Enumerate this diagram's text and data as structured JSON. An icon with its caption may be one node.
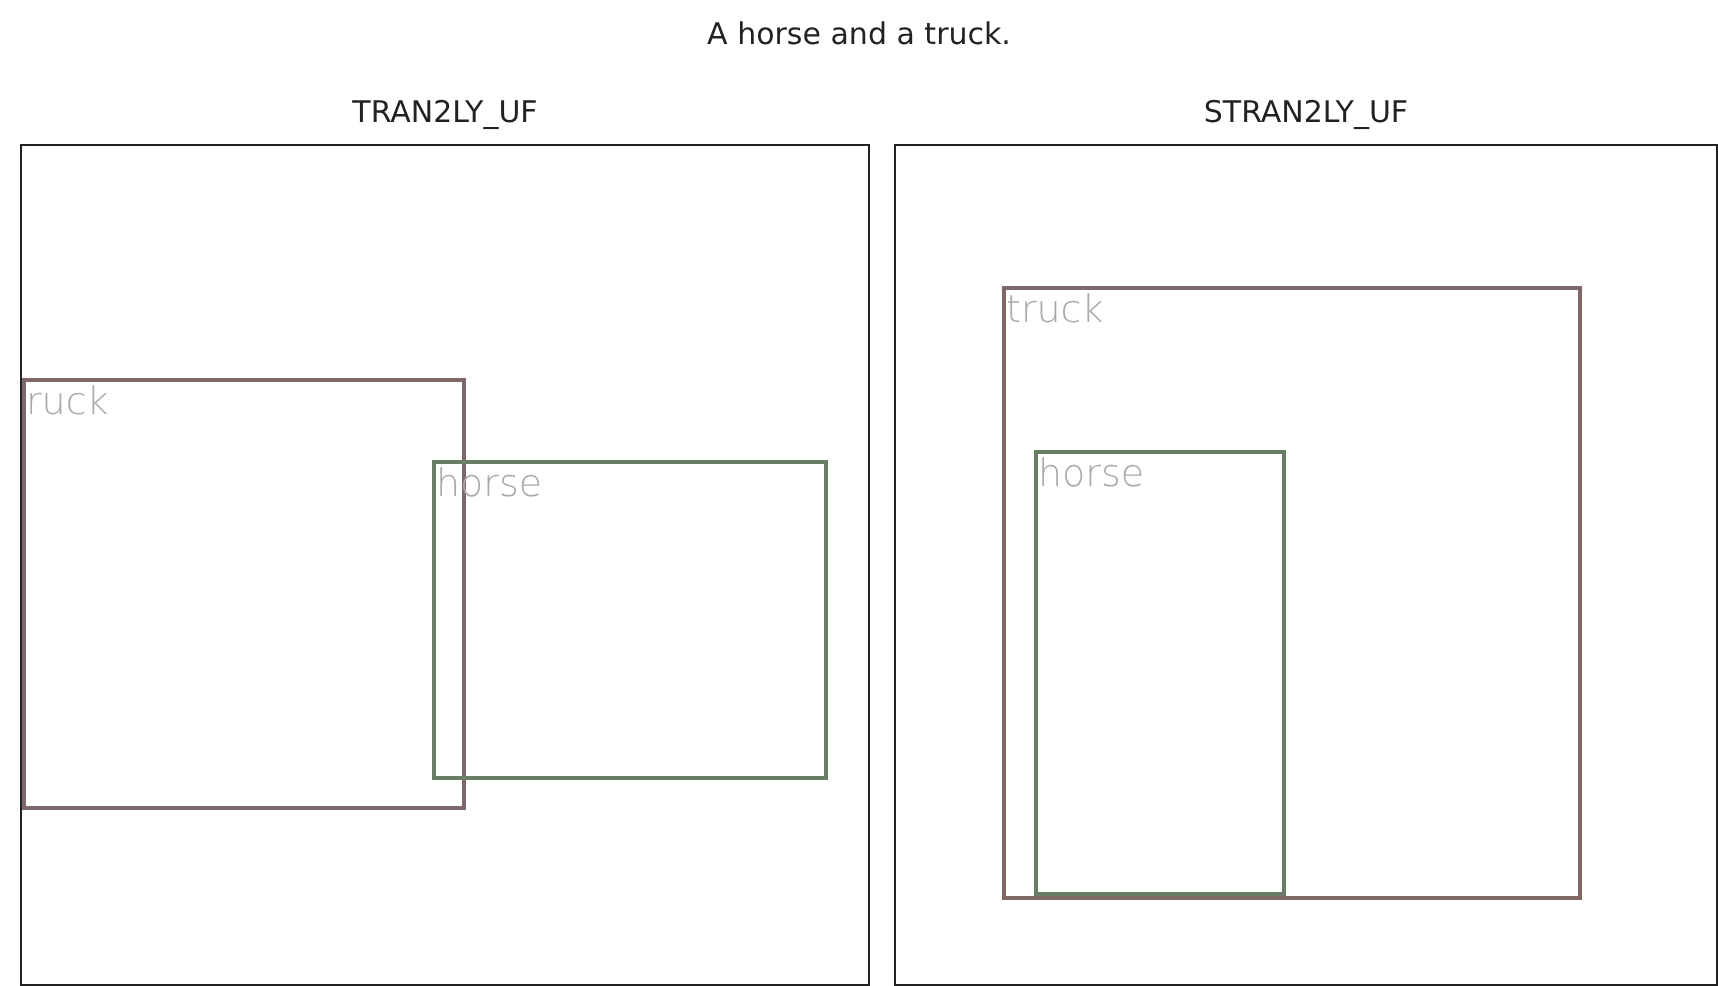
{
  "diagram": {
    "title": "A horse and a truck.",
    "nodes": [
      {
        "text": [
          "TRAN2LY_UF"
        ]
      },
      {
        "text": [
          "ruck"
        ],
        "in": 0
      },
      {
        "text": [
          "horse"
        ],
        "in": 0
      },
      {
        "text": [
          "STRAN2LY_UF"
        ]
      },
      {
        "text": [
          "truck"
        ],
        "in": 3
      },
      {
        "text": [
          "horse"
        ],
        "in": 4
      }
    ],
    "edges": []
  }
}
